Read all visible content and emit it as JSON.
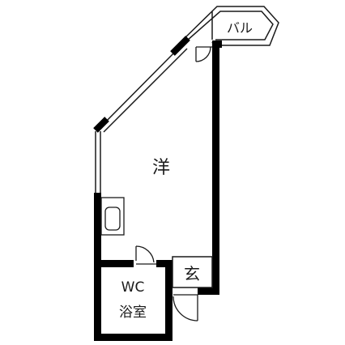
{
  "floor_plan": {
    "rooms": {
      "western_room": {
        "label": "洋"
      },
      "balcony": {
        "label": "バル"
      },
      "entrance": {
        "label": "玄"
      },
      "bath": {
        "line1": "WC",
        "line2": "浴室"
      }
    },
    "colors": {
      "wall": "#000000",
      "thin_line": "#1a1a1a",
      "background": "#ffffff"
    },
    "icons": {
      "balcony_door": "door-swing-icon",
      "bath_door": "door-swing-icon",
      "entrance_door": "door-swing-icon",
      "kitchen_sink": "sink-icon",
      "window": "window-icon"
    }
  }
}
